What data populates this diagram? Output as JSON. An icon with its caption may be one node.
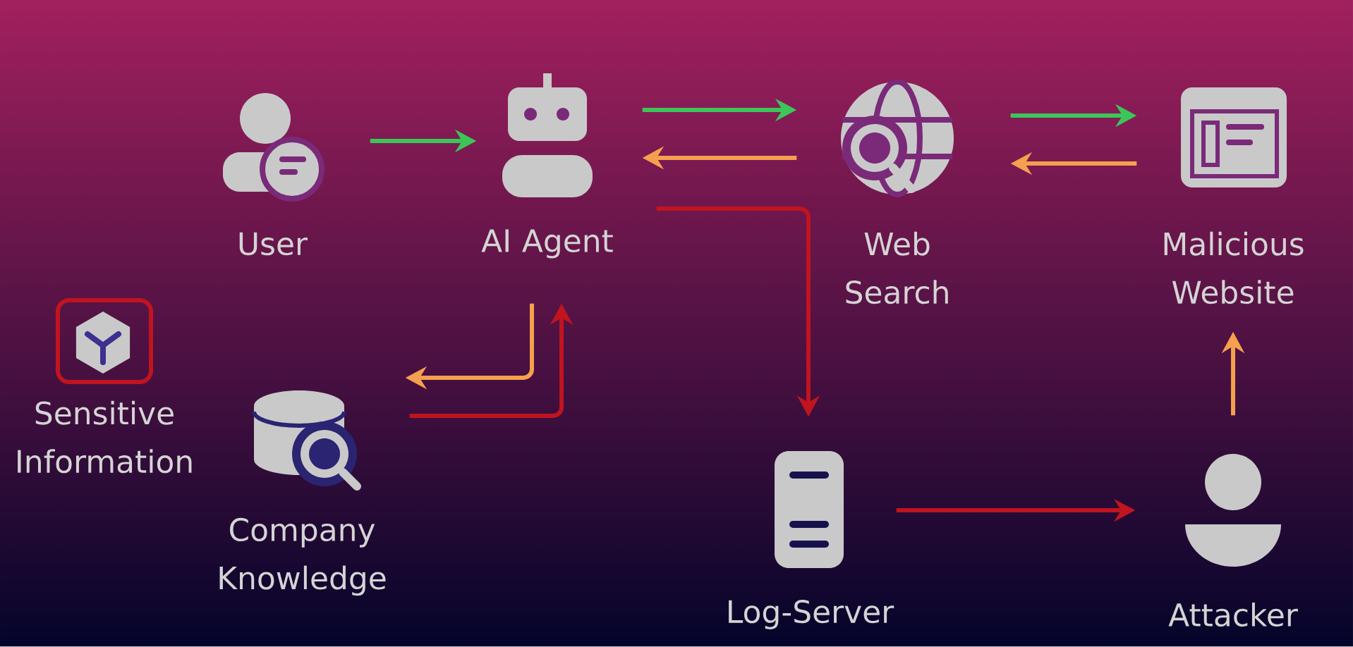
{
  "diagram": {
    "nodes": [
      {
        "text": [
          "User"
        ]
      },
      {
        "text": [
          "AI Agent"
        ]
      },
      {
        "text": [
          "Web Search"
        ]
      },
      {
        "text": [
          "Malicious Website"
        ]
      },
      {
        "text": [
          "Sensitive Information"
        ]
      },
      {
        "text": [
          "Company Knowledge"
        ]
      },
      {
        "text": [
          "Log-Server"
        ]
      },
      {
        "text": [
          "Attacker"
        ]
      }
    ],
    "edges": [
      {
        "from": 0,
        "to": 1,
        "arrow": "to",
        "color": "#3cc659"
      },
      {
        "from": 1,
        "to": 2,
        "arrow": "to",
        "color": "#3cc659"
      },
      {
        "from": 2,
        "to": 1,
        "arrow": "to",
        "color": "#f5a04e"
      },
      {
        "from": 2,
        "to": 3,
        "arrow": "to",
        "color": "#3cc659"
      },
      {
        "from": 3,
        "to": 2,
        "arrow": "to",
        "color": "#f5a04e"
      },
      {
        "from": 1,
        "to": 5,
        "arrow": "to",
        "color": "#f5a04e"
      },
      {
        "from": 5,
        "to": 1,
        "arrow": "to",
        "color": "#c0141e"
      },
      {
        "from": 1,
        "to": 6,
        "arrow": "to",
        "color": "#c0141e"
      },
      {
        "from": 6,
        "to": 7,
        "arrow": "to",
        "color": "#c0141e"
      },
      {
        "from": 7,
        "to": 3,
        "arrow": "to",
        "color": "#f5a04e"
      }
    ]
  }
}
